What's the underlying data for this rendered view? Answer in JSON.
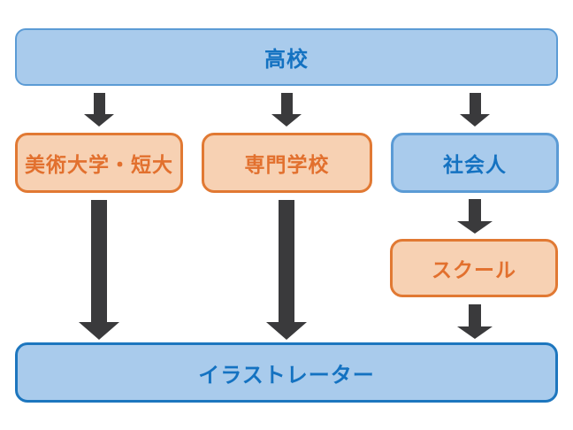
{
  "diagram": {
    "type": "flowchart",
    "description_visible_text_only": "",
    "nodes": {
      "highschool": {
        "label": "高校",
        "variant": "blue"
      },
      "art_university": {
        "label": "美術大学・短大",
        "variant": "orange"
      },
      "vocational_school": {
        "label": "専門学校",
        "variant": "orange"
      },
      "working_adult": {
        "label": "社会人",
        "variant": "blue"
      },
      "school": {
        "label": "スクール",
        "variant": "orange"
      },
      "illustrator": {
        "label": "イラストレーター",
        "variant": "blue"
      }
    },
    "edges": [
      {
        "from": "highschool",
        "to": "art_university"
      },
      {
        "from": "highschool",
        "to": "vocational_school"
      },
      {
        "from": "highschool",
        "to": "working_adult"
      },
      {
        "from": "working_adult",
        "to": "school"
      },
      {
        "from": "art_university",
        "to": "illustrator"
      },
      {
        "from": "vocational_school",
        "to": "illustrator"
      },
      {
        "from": "school",
        "to": "illustrator"
      }
    ],
    "colors": {
      "blue_fill": "#A9CBEC",
      "blue_border": "#5B9BD5",
      "blue_border_strong": "#1D76BE",
      "blue_text": "#1472C1",
      "orange_fill": "#F7D1B3",
      "orange_border": "#E17933",
      "orange_text": "#E2702E",
      "arrow": "#3A3A3C",
      "background": "#FFFFFF"
    }
  }
}
